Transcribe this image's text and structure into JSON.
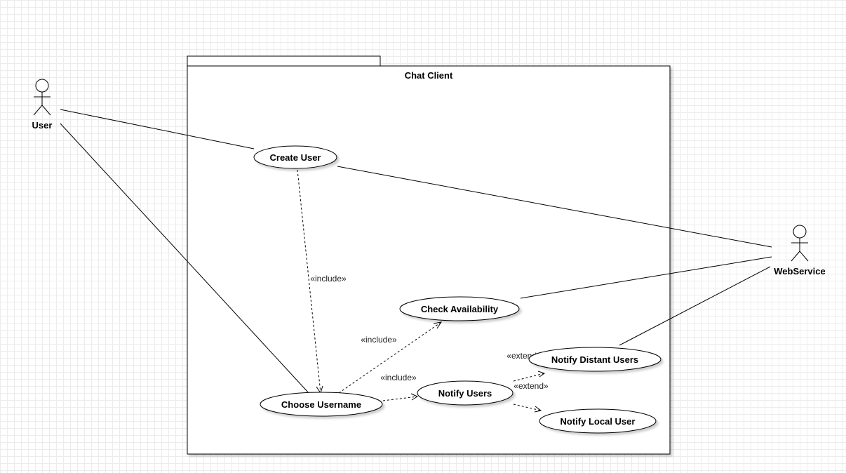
{
  "system_boundary": {
    "title": "Chat Client"
  },
  "actors": {
    "user": "User",
    "webservice": "WebService"
  },
  "use_cases": {
    "create_user": "Create User",
    "check_availability": "Check Availability",
    "choose_username": "Choose Username",
    "notify_users": "Notify Users",
    "notify_distant_users": "Notify Distant Users",
    "notify_local_user": "Notify Local User"
  },
  "relationships": {
    "create_to_choose": "«include»",
    "choose_to_check": "«include»",
    "choose_to_notify": "«include»",
    "notify_to_distant": "«extend»",
    "notify_to_local": "«extend»"
  }
}
